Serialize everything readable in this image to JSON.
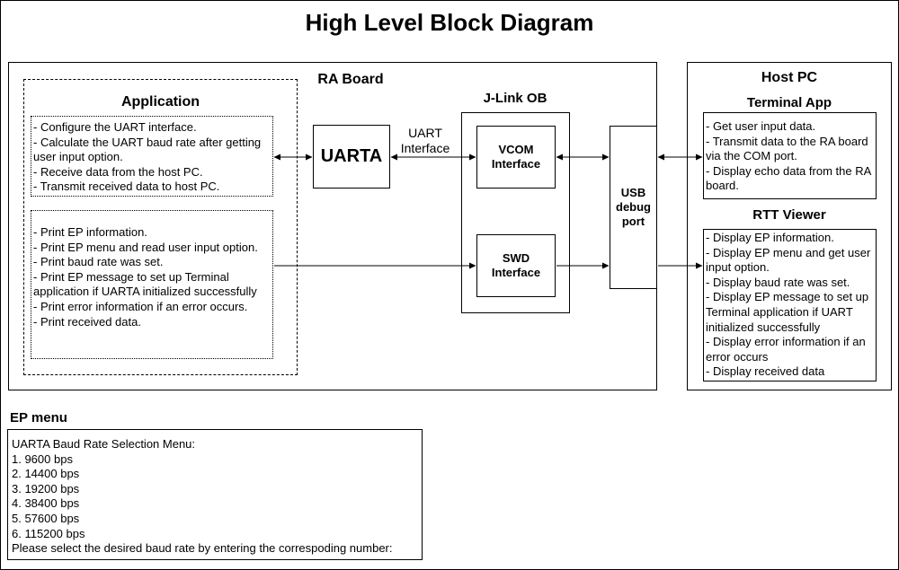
{
  "title": "High Level Block Diagram",
  "ra_board": {
    "label": "RA Board",
    "application": {
      "label": "Application",
      "group1": [
        "- Configure the UART interface.",
        "- Calculate the UART baud rate after getting user input option.",
        "- Receive data from the host PC.",
        "- Transmit received data to host PC."
      ],
      "group2": [
        "- Print EP information.",
        "- Print EP menu and read user input option.",
        "- Print baud rate was set.",
        "- Print EP message to set up Terminal application if UARTA initialized successfully",
        "- Print error information if an error occurs.",
        "- Print received data."
      ]
    },
    "uarta": "UARTA",
    "uart_interface_label": "UART\nInterface",
    "jlink": {
      "label": "J-Link OB",
      "vcom": "VCOM\nInterface",
      "swd": "SWD\nInterface"
    },
    "usb_port": "USB\ndebug\nport"
  },
  "host_pc": {
    "label": "Host PC",
    "terminal_app": {
      "label": "Terminal App",
      "items": [
        "- Get user input data.",
        "- Transmit data to the RA board via the COM port.",
        "- Display echo data from the RA board."
      ]
    },
    "rtt_viewer": {
      "label": "RTT Viewer",
      "items": [
        "- Display EP information.",
        "- Display EP menu and get user input option.",
        "- Display baud rate was set.",
        "- Display EP message to set up Terminal application if UART initialized successfully",
        "- Display error information if an error occurs",
        "- Display received data"
      ]
    }
  },
  "ep_menu": {
    "label": "EP menu",
    "lines": [
      "UARTA Baud Rate Selection Menu:",
      "1. 9600 bps",
      "2. 14400 bps",
      "3. 19200 bps",
      "4. 38400 bps",
      "5. 57600 bps",
      "6. 115200 bps",
      "Please select the desired baud rate by entering the correspoding number:"
    ]
  }
}
